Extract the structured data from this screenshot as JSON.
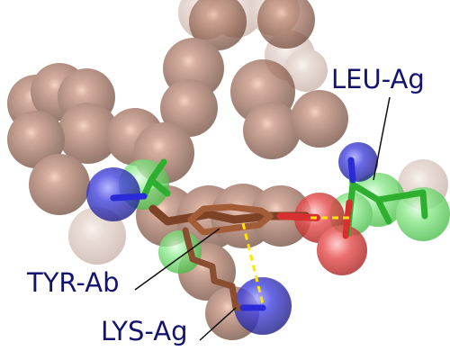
{
  "labels": {
    "leu_ag": "LEU-Ag",
    "tyr_ab": "TYR-Ab",
    "lys_ag": "LYS-Ag"
  },
  "colors": {
    "background": "#ffffff",
    "carbon_sphere": "#8b5c4b",
    "nitrogen": "#3a3ad8",
    "oxygen": "#e04040",
    "green_sphere": "#66dd66",
    "bond_tyr": "#8a4a2a",
    "bond_green": "#33cc33",
    "hbond": "#ffee00",
    "label": "#141470",
    "leader": "#111111"
  },
  "icons": [
    "atom-sphere",
    "bond-stick",
    "hydrogen-bond-dash"
  ]
}
